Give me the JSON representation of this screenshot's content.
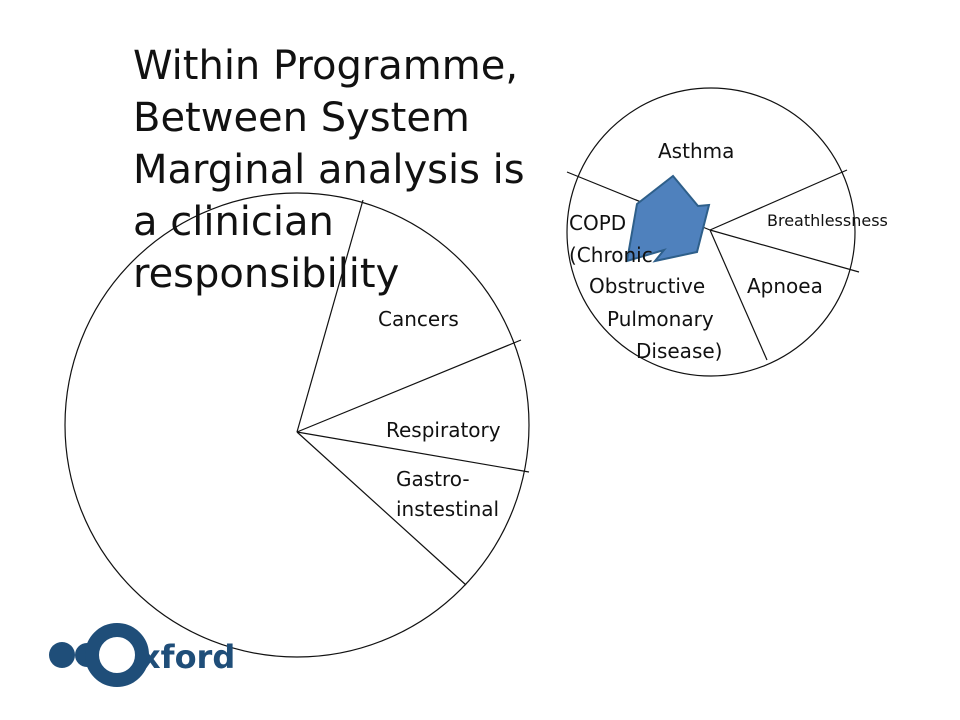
{
  "title_lines": [
    "Within Programme,",
    " Between System",
    "Marginal analysis is",
    "a clinician",
    "responsibility"
  ],
  "large_pie": {
    "labels": {
      "cancers": "Cancers",
      "respiratory": "Respiratory",
      "gastro_line1": "Gastro-",
      "gastro_line2": "instestinal"
    }
  },
  "small_pie": {
    "labels": {
      "asthma": "Asthma",
      "breathlessness": "Breathlessness",
      "apnoea": "Apnoea",
      "copd_lines": [
        "COPD",
        "(Chronic",
        "Obstructive",
        "Pulmonary",
        "Disease)"
      ]
    }
  },
  "colors": {
    "arrow_fill": "#4f81bd",
    "arrow_stroke": "#2e5f8a",
    "logo_blue": "#1f4e79"
  },
  "logo": {
    "text": "xford"
  }
}
